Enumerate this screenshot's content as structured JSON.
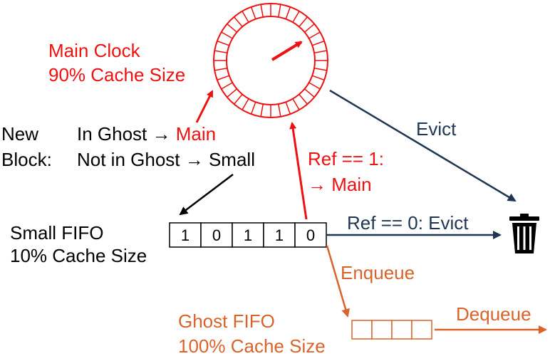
{
  "colors": {
    "red": "#ee1111",
    "navy": "#1f3552",
    "orange": "#d9632a",
    "black": "#000000"
  },
  "main_clock": {
    "line1": "Main Clock",
    "line2": "90% Cache Size"
  },
  "new_block": {
    "label_line1": "New",
    "label_line2": "Block:",
    "rule1_prefix": "In Ghost →",
    "rule1_target": "Main",
    "rule2": "Not in Ghost → Small"
  },
  "small_fifo": {
    "line1": "Small FIFO",
    "line2": "10% Cache Size",
    "cells": [
      "1",
      "0",
      "1",
      "1",
      "0"
    ]
  },
  "ghost_fifo": {
    "line1": "Ghost FIFO",
    "line2": "100% Cache Size",
    "cell_count": 4
  },
  "edges": {
    "evict_from_main": "Evict",
    "ref1_line1": "Ref == 1:",
    "ref1_line2": "→ Main",
    "ref0": "Ref == 0: Evict",
    "enqueue": "Enqueue",
    "dequeue": "Dequeue"
  },
  "icons": {
    "evict_target": "trash-icon"
  }
}
